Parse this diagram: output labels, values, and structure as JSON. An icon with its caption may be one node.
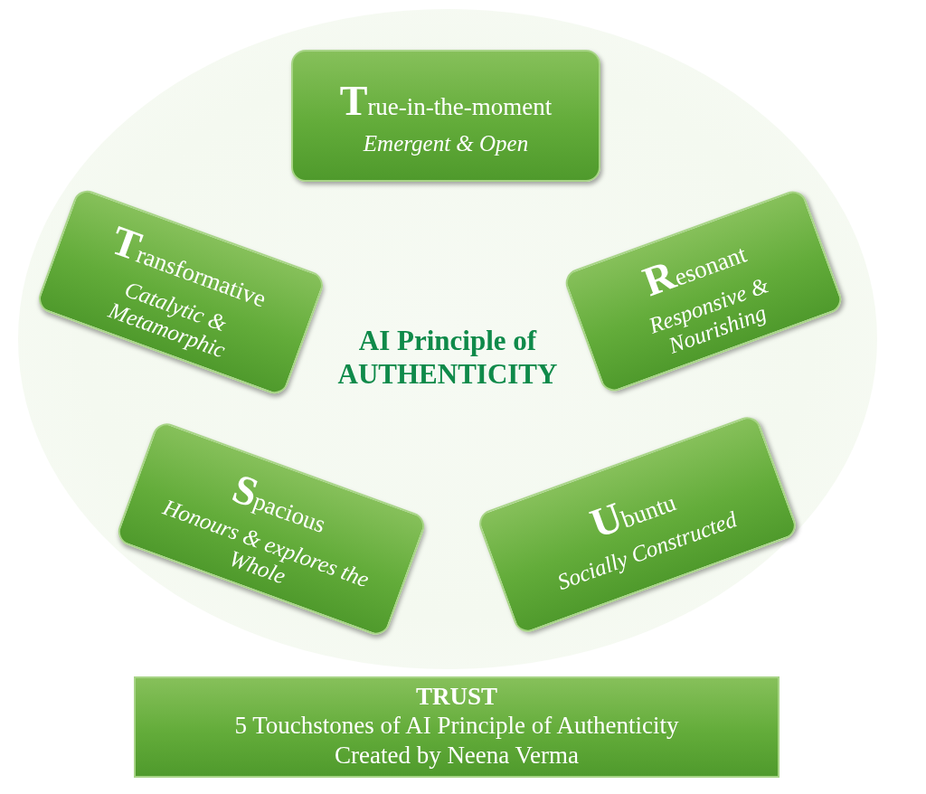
{
  "diagram": {
    "nodes": [
      {
        "text": [
          "AI Principle of AUTHENTICITY"
        ]
      },
      {
        "text": [
          "True-in-the-moment",
          "Emergent & Open"
        ],
        "in": 0
      },
      {
        "text": [
          "Transformative",
          "Catalytic & Metamorphic"
        ],
        "in": 0
      },
      {
        "text": [
          "Resonant",
          "Responsive & Nourishing"
        ],
        "in": 0
      },
      {
        "text": [
          "Spacious",
          "Honours & explores the Whole"
        ],
        "in": 0
      },
      {
        "text": [
          "Ubuntu",
          "Socially Constructed"
        ],
        "in": 0
      },
      {
        "text": [
          "TRUST",
          "5 Touchstones of AI Principle of Authenticity",
          "Created by Neena Verma"
        ]
      }
    ]
  }
}
